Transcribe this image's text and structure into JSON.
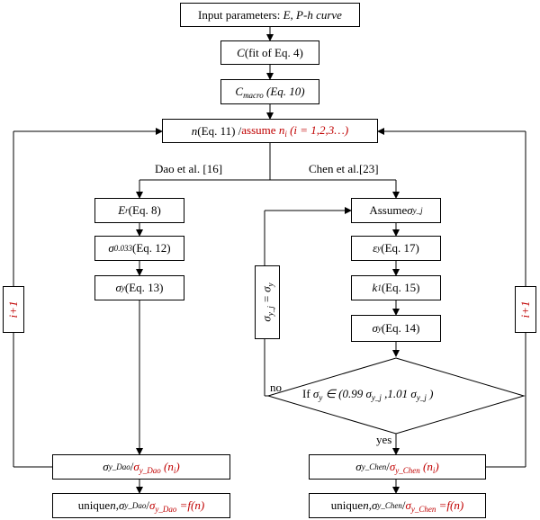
{
  "boxes": {
    "input": {
      "prefix": "Input parameters: ",
      "vars": "E, P-h curve"
    },
    "c_fit": {
      "var": "C",
      "rest": " (fit of Eq. 4)"
    },
    "c_macro": {
      "var": "C",
      "sub": "macro",
      "rest": " (Eq. 10)"
    },
    "n_assume": {
      "n": "n",
      "eq": " (Eq. 11) / ",
      "assume": "assume ",
      "ni": "n",
      "ni_sub": "i",
      "range": " (i = 1,2,3…)"
    },
    "er": {
      "var": "E",
      "sub": "r",
      "rest": " (Eq. 8)"
    },
    "sigma0033": {
      "var": "σ",
      "sub": "0.033",
      "rest": " (Eq. 12)"
    },
    "sigmay13": {
      "var": "σ",
      "sub": "y",
      "rest": " (Eq. 13)"
    },
    "assume_sigma": {
      "text": "Assume ",
      "var": "σ",
      "sub": "y_j"
    },
    "eps": {
      "var": "ε",
      "sub": "y",
      "rest": " (Eq. 17)"
    },
    "k1": {
      "var": "k",
      "sub": "1",
      "rest": " (Eq. 15)"
    },
    "sigmay14": {
      "var": "σ",
      "sub": "y",
      "rest": " (Eq. 14)"
    },
    "dao_result": {
      "var": "σ",
      "sub": "y_Dao",
      "sep": " / ",
      "red_var": "σ",
      "red_sub": "y_Dao",
      "red_rest": " (n",
      "red_ni_sub": "i",
      "red_close": ")"
    },
    "chen_result": {
      "var": "σ",
      "sub": "y_Chen",
      "sep": " / ",
      "red_var": "σ",
      "red_sub": "y_Chen",
      "red_rest": " (n",
      "red_ni_sub": "i",
      "red_close": ")"
    },
    "dao_unique": {
      "text": "unique ",
      "n": "n",
      "comma": ", ",
      "var": "σ",
      "sub": "y_Dao",
      "sep": " / ",
      "red_var": "σ",
      "red_sub": "y_Dao",
      "red_rest": " =f(n)"
    },
    "chen_unique": {
      "text": "unique ",
      "n": "n",
      "comma": ", ",
      "var": "σ",
      "sub": "y_Chen",
      "sep": " / ",
      "red_var": "σ",
      "red_sub": "y_Chen",
      "red_rest": " =f(n)"
    },
    "update": {
      "var": "σ",
      "sub": "y_j",
      "eq": " = ",
      "var2": "σ",
      "sub2": "y"
    },
    "loop_left": {
      "text": "i+1"
    },
    "loop_right": {
      "text": "i+1"
    }
  },
  "decision": {
    "prefix": "If ",
    "var": "σ",
    "sub": "y",
    "mid": " ∈ (0.99 ",
    "var2": "σ",
    "sub2": "y_j",
    "mid2": " ,1.01 ",
    "var3": "σ",
    "sub3": "y_j",
    "close": " )"
  },
  "labels": {
    "dao": "Dao et al. [16]",
    "chen": "Chen et al.[23]",
    "no": "no",
    "yes": "yes"
  }
}
